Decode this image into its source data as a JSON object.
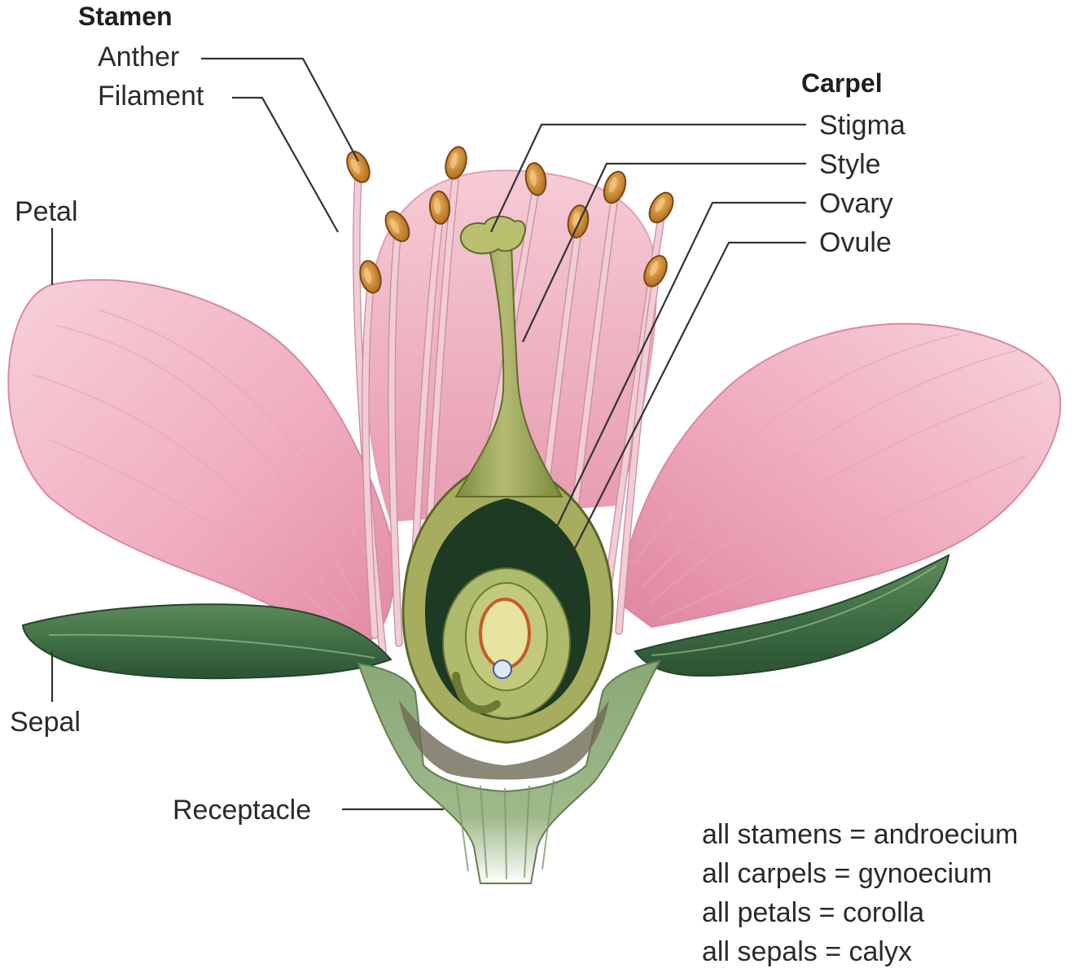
{
  "labels": {
    "stamen": "Stamen",
    "anther": "Anther",
    "filament": "Filament",
    "petal": "Petal",
    "carpel": "Carpel",
    "stigma": "Stigma",
    "style": "Style",
    "ovary": "Ovary",
    "ovule": "Ovule",
    "sepal": "Sepal",
    "receptacle": "Receptacle"
  },
  "summary": [
    "all stamens = androecium",
    "all carpels = gynoecium",
    "all petals = corolla",
    "all sepals = calyx"
  ],
  "colors": {
    "petal": "#f2b6c6",
    "petal_shade": "#e993ab",
    "sepal": "#3f7046",
    "sepal_light": "#8fb07a",
    "pistil": "#9aa45a",
    "pistil_dark": "#1f3a22",
    "anther": "#c9862e"
  }
}
